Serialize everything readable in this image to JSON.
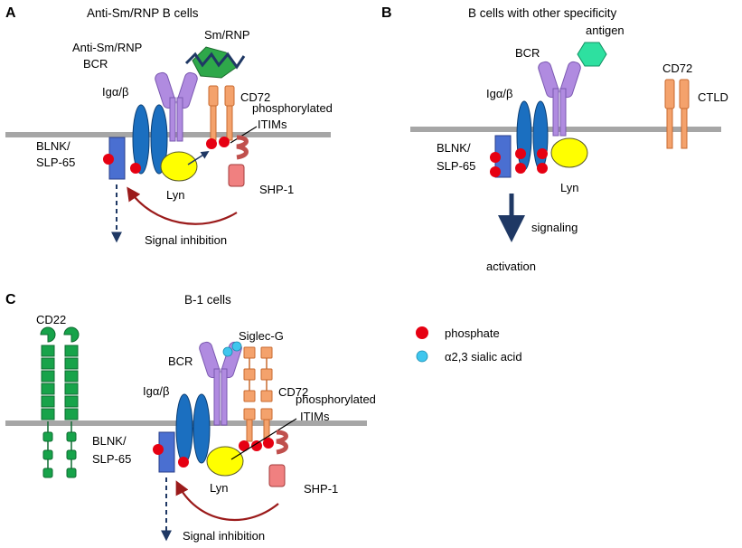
{
  "colors": {
    "membrane": "#a6a6a6",
    "phosphate": "#e60012",
    "sialic_acid": "#3fc6ee",
    "igab_blue": "#1b6fc0",
    "bcr_purple": "#b08be0",
    "cd72_orange": "#f4a26c",
    "shp1_pink": "#f08080",
    "lyn_yellow": "#ffff00",
    "blnk_blue": "#4a6fd1",
    "cd22_green": "#17a34a",
    "antigen_green": "#2ee0a0",
    "inhibition_arrow": "#9b1b1b",
    "signal_arrow": "#1f3864"
  },
  "panel_a": {
    "letter": "A",
    "title": "Anti-Sm/RNP B cells",
    "bcr_label_line1": "Anti-Sm/RNP",
    "bcr_label_line2": "BCR",
    "antigen_label": "Sm/RNP",
    "igab_label": "Igα/β",
    "cd72_label": "CD72",
    "itims_line1": "phosphorylated",
    "itims_line2": "ITIMs",
    "blnk_line1": "BLNK/",
    "blnk_line2": "SLP-65",
    "lyn_label": "Lyn",
    "shp1_label": "SHP-1",
    "inhibition_label": "Signal inhibition"
  },
  "panel_b": {
    "letter": "B",
    "title": "B cells with other specificity",
    "antigen_label": "antigen",
    "bcr_label": "BCR",
    "cd72_label": "CD72",
    "ctld_label": "CTLD",
    "igab_label": "Igα/β",
    "blnk_line1": "BLNK/",
    "blnk_line2": "SLP-65",
    "lyn_label": "Lyn",
    "signaling_label": "signaling",
    "activation_label": "activation"
  },
  "panel_c": {
    "letter": "C",
    "title": "B-1 cells",
    "cd22_label": "CD22",
    "bcr_label": "BCR",
    "siglec_label": "Siglec-G",
    "igab_label": "Igα/β",
    "cd72_label": "CD72",
    "itims_line1": "phosphorylated",
    "itims_line2": "ITIMs",
    "blnk_line1": "BLNK/",
    "blnk_line2": "SLP-65",
    "lyn_label": "Lyn",
    "shp1_label": "SHP-1",
    "inhibition_label": "Signal inhibition"
  },
  "legend": {
    "phosphate_label": "phosphate",
    "sialic_label": "α2,3 sialic acid"
  }
}
